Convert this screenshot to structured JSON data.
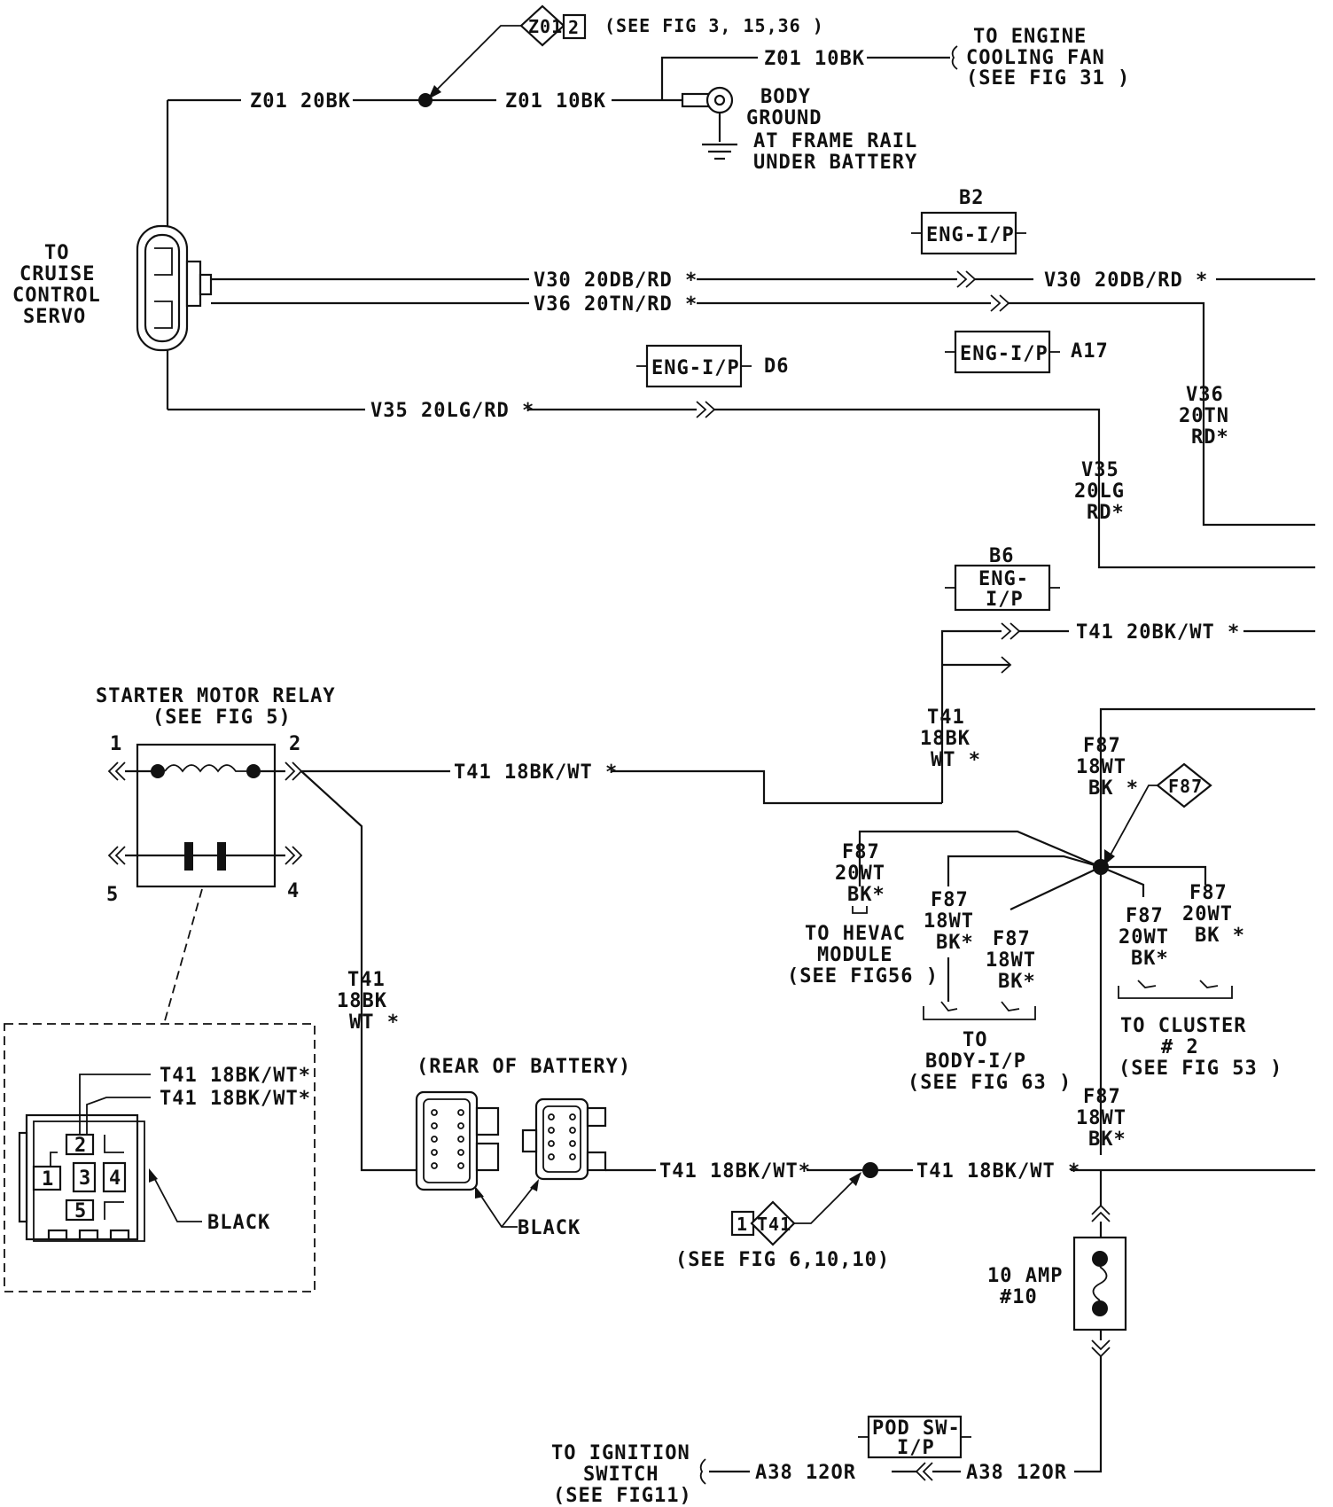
{
  "ground": {
    "connector_ref": "Z01",
    "connector_pin": "2",
    "see_fig": "(SEE FIG 3, 15,36 )",
    "wire_servo": "Z01 20BK",
    "wire_splice": "Z01 10BK",
    "wire_fan": "Z01 10BK",
    "fan_l1": "TO ENGINE",
    "fan_l2": "COOLING FAN",
    "fan_l3": "(SEE FIG 31 )",
    "body_l1": "BODY",
    "body_l2": "GROUND",
    "frame_l1": "AT FRAME RAIL",
    "frame_l2": "UNDER BATTERY"
  },
  "servo": {
    "l1": "TO",
    "l2": "CRUISE",
    "l3": "CONTROL",
    "l4": "SERVO"
  },
  "wires": {
    "v30_a": "V30 20DB/RD *",
    "v30_b": "V30 20DB/RD *",
    "v36_a": "V36 20TN/RD *",
    "v36_b1": "V36",
    "v36_b2": "20TN",
    "v36_b3": "RD*",
    "v35_a": "V35 20LG/RD *",
    "v35_b1": "V35",
    "v35_b2": "20LG",
    "v35_b3": "RD*",
    "t41_top": "T41 20BK/WT *",
    "t41_v1": "T41",
    "t41_v2": "18BK",
    "t41_v3": "WT *",
    "t41_relay": "T41 18BK/WT *",
    "t41_l1": "T41",
    "t41_l2": "18BK",
    "t41_l3": "WT *",
    "t41_batt": "T41 18BK/WT*",
    "t41_right": "T41 18BK/WT *",
    "a38_a": "A38 12OR",
    "a38_b": "A38 12OR"
  },
  "connectors": {
    "b2_id": "B2",
    "b2_name": "ENG-I/P",
    "a17_name": "ENG-I/P",
    "a17_id": "A17",
    "d6_name": "ENG-I/P",
    "d6_id": "D6",
    "b6_id": "B6",
    "b6_l1": "ENG-",
    "b6_l2": "I/P",
    "pod_l1": "POD SW-",
    "pod_l2": "I/P"
  },
  "relay": {
    "title": "STARTER MOTOR RELAY",
    "see": "(SEE FIG 5)",
    "pin1": "1",
    "pin2": "2",
    "pin4": "4",
    "pin5": "5",
    "detail_w1": "T41 18BK/WT*",
    "detail_w2": "T41 18BK/WT*",
    "cav1": "1",
    "cav2": "2",
    "cav3": "3",
    "cav4": "4",
    "cav5": "5",
    "color": "BLACK"
  },
  "battery": {
    "title": "(REAR OF BATTERY)",
    "color": "BLACK",
    "splice_pin": "1",
    "splice_ref": "T41",
    "see": "(SEE FIG 6,10,10)"
  },
  "f87": {
    "main_1": "F87",
    "main_2": "18WT",
    "main_3": "BK *",
    "ref": "F87",
    "hevac_1": "F87",
    "hevac_2": "20WT",
    "hevac_3": "BK*",
    "hevac_t1": "TO HEVAC",
    "hevac_t2": "MODULE",
    "hevac_t3": "(SEE FIG56 )",
    "b1_1": "F87",
    "b1_2": "18WT",
    "b1_3": "BK*",
    "b2_1": "F87",
    "b2_2": "18WT",
    "b2_3": "BK*",
    "body_t1": "TO",
    "body_t2": "BODY-I/P",
    "body_t3": "(SEE FIG 63 )",
    "c1_1": "F87",
    "c1_2": "20WT",
    "c1_3": "BK*",
    "c2_1": "F87",
    "c2_2": "20WT",
    "c2_3": "BK *",
    "cl_t1": "TO CLUSTER",
    "cl_t2": "# 2",
    "cl_t3": "(SEE FIG 53 )",
    "low_1": "F87",
    "low_2": "18WT",
    "low_3": "BK*"
  },
  "fuse": {
    "l1": "10 AMP",
    "l2": "#10"
  },
  "ignition": {
    "l1": "TO IGNITION",
    "l2": "SWITCH",
    "l3": "(SEE FIG11)"
  }
}
